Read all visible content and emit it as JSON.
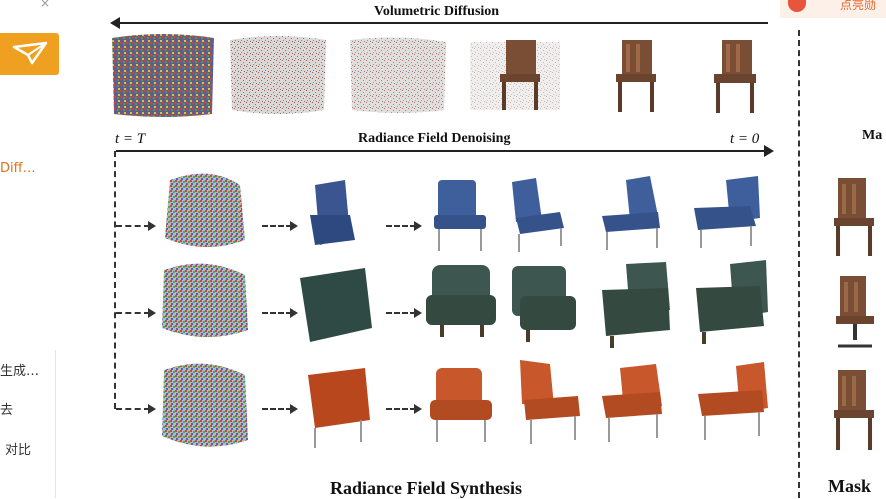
{
  "sidebar": {
    "close_icon": "close-icon",
    "send_icon": "paper-plane-icon",
    "items": [
      {
        "label": "Diff…",
        "color": "#e07020"
      },
      {
        "label": "生成…"
      },
      {
        "label": "去"
      },
      {
        "label": "对比"
      }
    ]
  },
  "figure": {
    "top_title": "Volumetric Diffusion",
    "time_start": "t = T",
    "time_end": "t = 0",
    "denoise_title": "Radiance Field Denoising",
    "bottom_title": "Radiance Field Synthesis",
    "right_label_partial": "Ma",
    "right_bottom_partial": "Mask",
    "rows": [
      {
        "name": "blue chair",
        "color": "#3f5f9c"
      },
      {
        "name": "green armchair",
        "color": "#3e5650"
      },
      {
        "name": "orange chair",
        "color": "#c8572c"
      }
    ]
  },
  "promo": {
    "text": "点亮勋"
  }
}
